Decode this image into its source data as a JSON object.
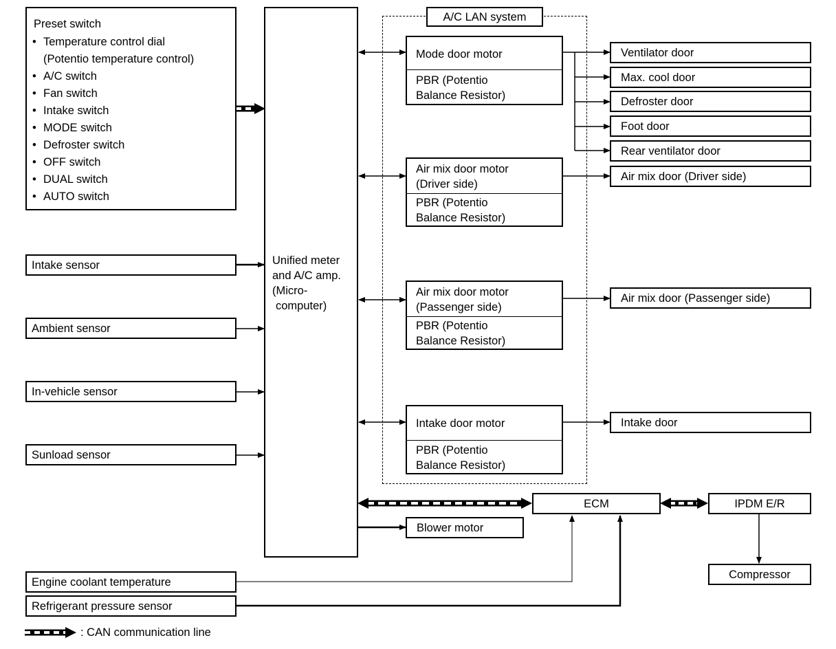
{
  "preset": {
    "title": "Preset switch",
    "items": [
      {
        "text": "Temperature control dial",
        "sub": "(Potentio temperature control)"
      },
      {
        "text": "A/C switch"
      },
      {
        "text": "Fan switch"
      },
      {
        "text": "Intake switch"
      },
      {
        "text": "MODE switch"
      },
      {
        "text": "Defroster switch"
      },
      {
        "text": "OFF switch"
      },
      {
        "text": "DUAL switch"
      },
      {
        "text": "AUTO switch"
      }
    ]
  },
  "sensors": {
    "intake": "Intake sensor",
    "ambient": "Ambient sensor",
    "in_vehicle": "In-vehicle sensor",
    "sunload": "Sunload sensor",
    "engine_coolant": "Engine coolant temperature",
    "refrigerant": "Refrigerant pressure sensor"
  },
  "amp": {
    "line1": "Unified meter",
    "line2": "and A/C amp.",
    "line3": "(Micro-",
    "line4": "computer)"
  },
  "lan": {
    "title": "A/C LAN system",
    "pbr_line1": "PBR (Potentio",
    "pbr_line2": "Balance Resistor)",
    "mode_motor": "Mode door motor",
    "airmix_driver_1": "Air mix door motor",
    "airmix_driver_2": "(Driver side)",
    "airmix_pass_1": "Air mix door motor",
    "airmix_pass_2": "(Passenger side)",
    "intake_motor": "Intake door motor"
  },
  "doors": {
    "ventilator": "Ventilator door",
    "max_cool": "Max. cool door",
    "defroster": "Defroster door",
    "foot": "Foot door",
    "rear_ventilator": "Rear ventilator door",
    "airmix_driver": "Air mix door (Driver side)",
    "airmix_pass": "Air mix door (Passenger side)",
    "intake": "Intake door"
  },
  "other": {
    "ecm": "ECM",
    "ipdm": "IPDM E/R",
    "blower": "Blower motor",
    "compressor": "Compressor"
  },
  "legend": {
    "can": ": CAN communication line"
  }
}
